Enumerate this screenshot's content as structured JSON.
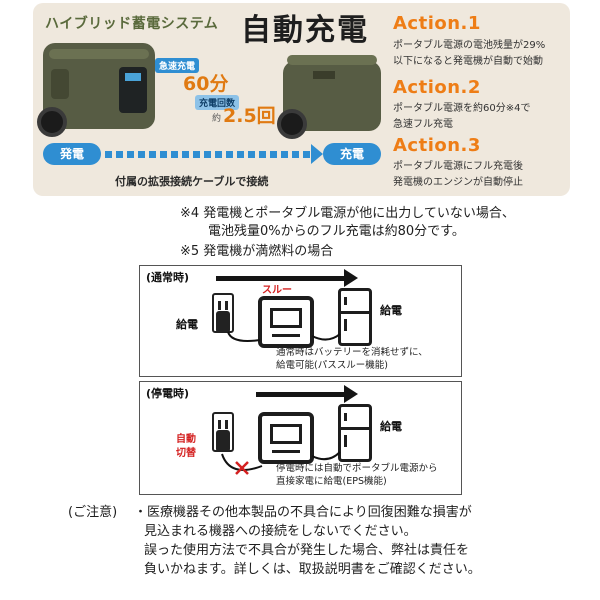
{
  "hero": {
    "title": "ハイブリッド蓄電システム",
    "big_title": "自動充電",
    "tag_speed": "急速充電",
    "speed_value": "60分",
    "tag_count": "充電回数",
    "count_prefix": "約",
    "count_value": "2.5回",
    "gen_label": "発電",
    "charge_label": "充電",
    "caption": "付属の拡張接続ケーブルで接続",
    "actions": [
      {
        "title": "Action.1",
        "lines": [
          "ポータブル電源の電池残量が29%",
          "以下になると発電機が自動で始動"
        ]
      },
      {
        "title": "Action.2",
        "lines": [
          "ポータブル電源を約60分※4で",
          "急速フル充電"
        ]
      },
      {
        "title": "Action.3",
        "lines": [
          "ポータブル電源にフル充電後",
          "発電機のエンジンが自動停止"
        ]
      }
    ]
  },
  "notes": {
    "note4_line1": "※4 発電機とポータブル電源が他に出力していない場合、",
    "note4_line2": "電池残量0%からのフル充電は約80分です。",
    "note5": "※5 発電機が満燃料の場合"
  },
  "diagram_normal": {
    "header": "(通常時)",
    "through": "スルー",
    "supply_left": "給電",
    "supply_right": "給電",
    "caption_1": "通常時はバッテリーを消耗せずに、",
    "caption_2": "給電可能(パススルー機能)"
  },
  "diagram_outage": {
    "header": "(停電時)",
    "auto_1": "自動",
    "auto_2": "切替",
    "supply_right": "給電",
    "caption_1": "停電時には自動でポータブル電源から",
    "caption_2": "直接家電に給電(EPS機能)"
  },
  "caution": {
    "label": "(ご注意)",
    "lines": [
      "・医療機器その他本製品の不具合により回復困難な損害が",
      "見込まれる機器への接続をしないでください。",
      "誤った使用方法で不具合が発生した場合、弊社は責任を",
      "負いかねます。詳しくは、取扱説明書をご確認ください。"
    ]
  },
  "colors": {
    "accent_orange": "#ee7d16",
    "accent_blue": "#2f8ed2",
    "alert_red": "#d42020",
    "hero_bg": "#efe8dd",
    "olive_machine": "#575c44"
  }
}
